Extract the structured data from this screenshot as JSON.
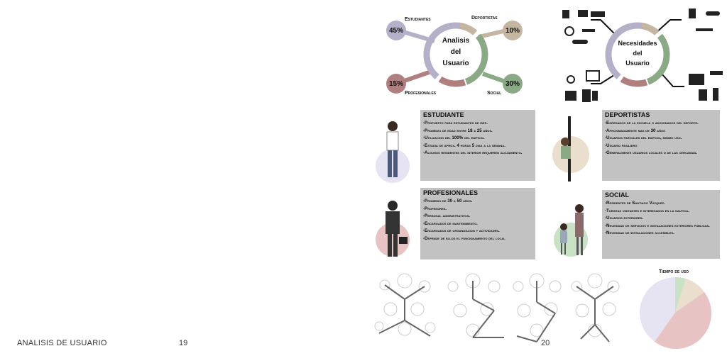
{
  "left_page": {
    "footer_title": "ANALISIS DE USUARIO",
    "page_number": "19"
  },
  "right_page": {
    "page_number": "20",
    "analysis_donut": {
      "title_lines": [
        "Analisis",
        "del",
        "Usuario"
      ],
      "segments": [
        {
          "label": "Estudiantes",
          "percent": "45%",
          "color": "#b3b0c8"
        },
        {
          "label": "Deportistas",
          "percent": "10%",
          "color": "#c4b6a0"
        },
        {
          "label": "Social",
          "percent": "30%",
          "color": "#8aa985"
        },
        {
          "label": "Profesionales",
          "percent": "15%",
          "color": "#b07f7f"
        }
      ]
    },
    "needs_donut": {
      "title_lines": [
        "Necesidades",
        "del",
        "Usuario"
      ]
    },
    "cards": {
      "estudiante": {
        "title": "ESTUDIANTE",
        "items": [
          "-Propuesto para estudiantes de isef.",
          "-Promedio de edad entre 18 a 25 años.",
          "-Utilizacion del 100% del edificio.",
          "-Estadia de aprox. 4 horas 5 dias a la semana.",
          "-Algunos residentes del interior requieren alojamiento."
        ]
      },
      "deportistas": {
        "title": "DEPORTISTAS",
        "items": [
          "-Egresados de la escuela o adicionados del deporte.",
          "-Aproximadamente mas de 30 años",
          "-Usuarios parciales del edificio, minimo uso.",
          "-Usuario pasajero",
          "-Generalmente usuarios locales o de las cercanias."
        ]
      },
      "profesionales": {
        "title": "PROFESIONALES",
        "items": [
          "-Promedio de 30 a 50 años.",
          "-Profesores.",
          "-Personal administrativos.",
          "-Encargados de mantenimiento.",
          "-Encargados de organizacion y actividades.",
          "-Depende de ellos el funcionamiento del local"
        ]
      },
      "social": {
        "title": "SOCIAL",
        "items": [
          "-Residentes de Santiago Vázquez.",
          "-Turistas visitantes e interesados en la nautica.",
          "-Usuarios exteriores.",
          "-Necesidad de servicios e instalaciones exteriores publicas.",
          "-Necesidad de instalaciones accesibles."
        ]
      }
    },
    "usage_chart": {
      "title": "Tiempo de uso",
      "colors": [
        "#c9e2c5",
        "#eadfcd",
        "#e8c3c3",
        "#e6e4f2"
      ]
    }
  }
}
